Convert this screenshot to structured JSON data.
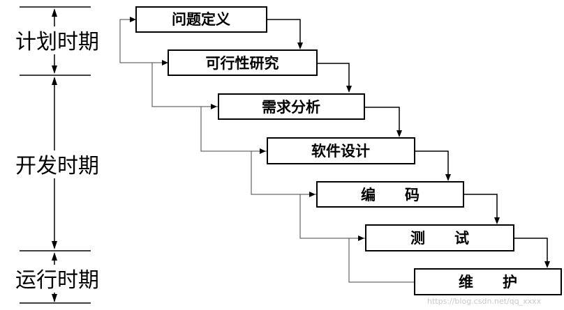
{
  "phases": [
    {
      "label": "计划时期"
    },
    {
      "label": "开发时期"
    },
    {
      "label": "运行时期"
    }
  ],
  "stages": [
    {
      "label": "问题定义"
    },
    {
      "label": "可行性研究"
    },
    {
      "label": "需求分析"
    },
    {
      "label": "软件设计"
    },
    {
      "label": "编　　码"
    },
    {
      "label": "测　　试"
    },
    {
      "label": "维　　护"
    }
  ],
  "watermark": "https://blog.csdn.net/qq_xxxx"
}
